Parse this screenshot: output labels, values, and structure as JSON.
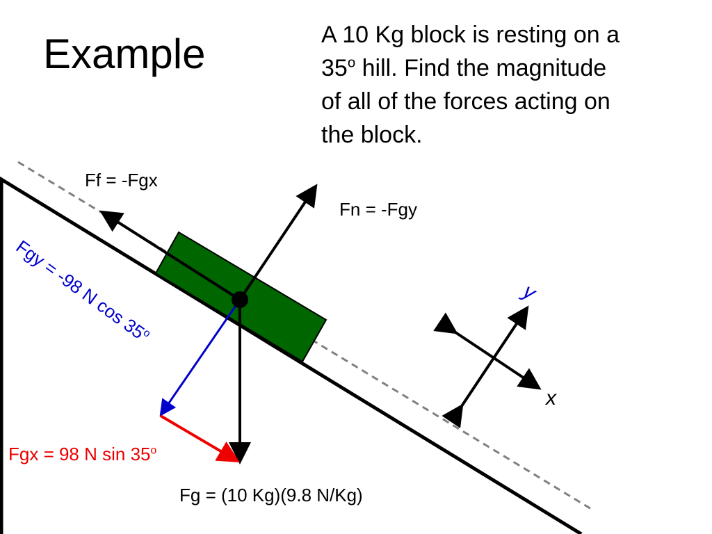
{
  "slide": {
    "title": "Example",
    "problem": {
      "line1": "A 10 Kg block is resting on a",
      "line2_pre": "35",
      "line2_sup": "o",
      "line2_post": " hill.  Find the magnitude",
      "line3": "of all of the forces acting on",
      "line4": "the block."
    }
  },
  "labels": {
    "friction": "Ff = -Fgx",
    "normal": "Fn = -Fgy",
    "weight": "Fg = (10 Kg)(9.8 N/Kg)",
    "fgy_text": "Fgy = -98 N cos 35",
    "fgy_sup": "o",
    "fgx_text": "Fgx = 98 N sin 35",
    "fgx_sup": "o",
    "axis_y": "y",
    "axis_x": "x"
  },
  "colors": {
    "block": "#006600",
    "fgy_vector": "#0000cc",
    "fgx_vector": "#ee0000",
    "dashed_line": "#808080",
    "axis_y_label": "#0000cc"
  }
}
